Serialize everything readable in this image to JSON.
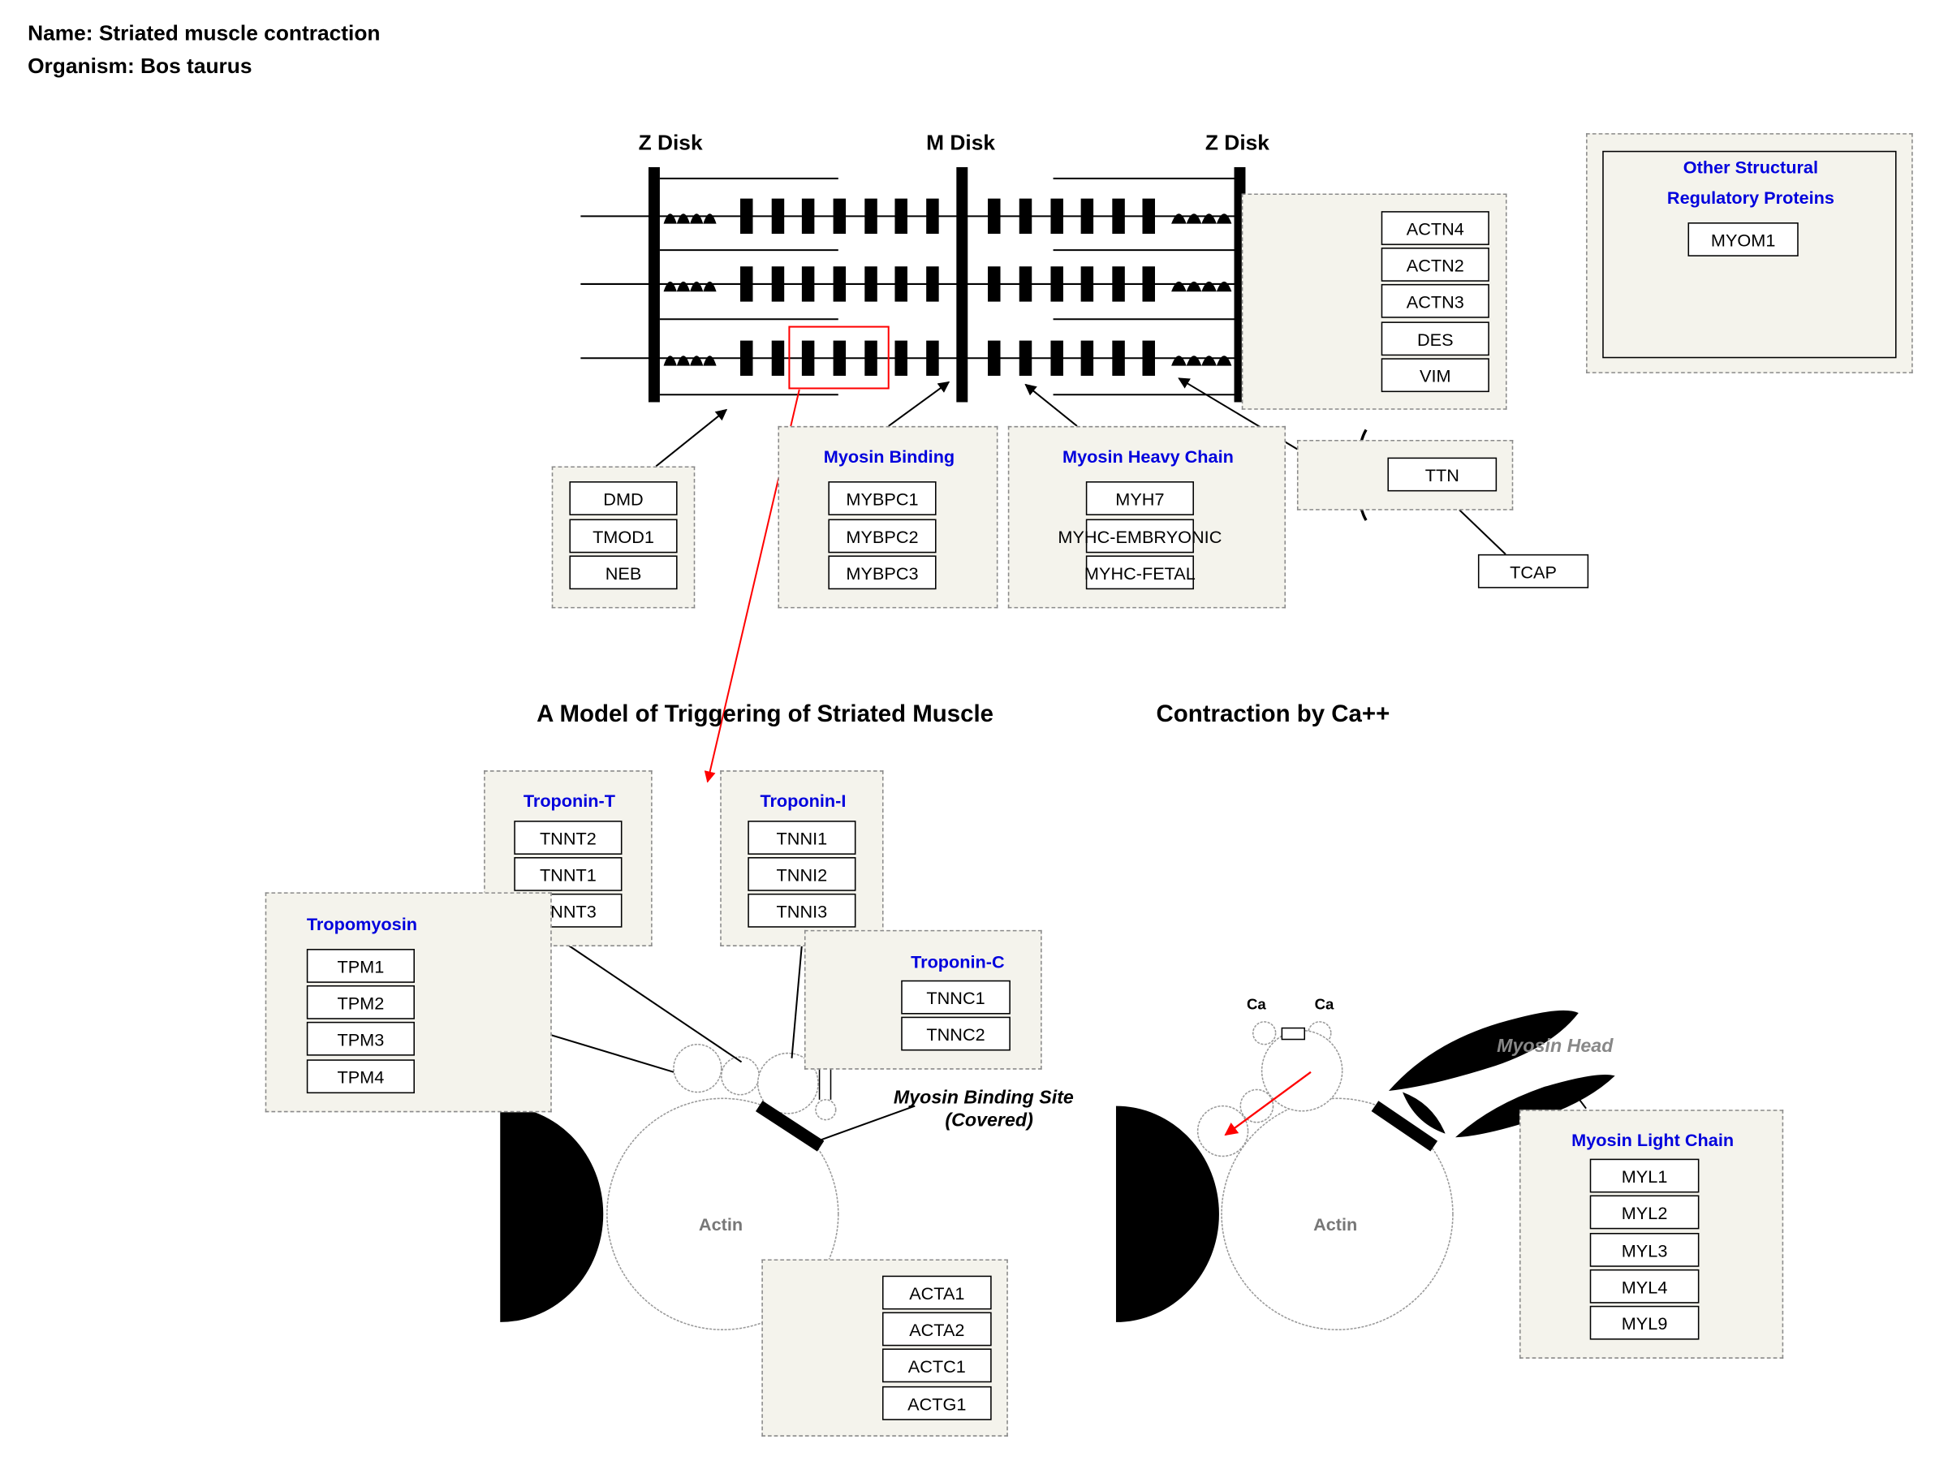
{
  "header": {
    "name": "Name: Striated muscle contraction",
    "organism": "Organism: Bos taurus"
  },
  "sarcomere": {
    "z_disk_left": "Z Disk",
    "m_disk": "M Disk",
    "z_disk_right": "Z Disk"
  },
  "titles": {
    "left": "A Model of Triggering of Striated Muscle",
    "right": "Contraction by Ca++"
  },
  "groups": {
    "other_structural": {
      "title_line1": "Other Structural",
      "title_line2": "Regulatory Proteins",
      "genes": [
        "MYOM1"
      ]
    },
    "actinin": {
      "genes": [
        "ACTN4",
        "ACTN2",
        "ACTN3",
        "DES",
        "VIM"
      ]
    },
    "titin": {
      "genes": [
        "TTN"
      ]
    },
    "tcap": {
      "genes": [
        "TCAP"
      ]
    },
    "dystrophin": {
      "genes": [
        "DMD",
        "TMOD1",
        "NEB"
      ]
    },
    "myosin_binding": {
      "title": "Myosin Binding",
      "genes": [
        "MYBPC1",
        "MYBPC2",
        "MYBPC3"
      ]
    },
    "myosin_heavy": {
      "title": "Myosin Heavy Chain",
      "genes": [
        "MYH7",
        "MYHC-EMBRYONIC",
        "MYHC-FETAL"
      ]
    },
    "troponin_t": {
      "title": "Troponin-T",
      "genes": [
        "TNNT2",
        "TNNT1",
        "TNNT3"
      ]
    },
    "troponin_i": {
      "title": "Troponin-I",
      "genes": [
        "TNNI1",
        "TNNI2",
        "TNNI3"
      ]
    },
    "tropomyosin": {
      "title": "Tropomyosin",
      "genes": [
        "TPM1",
        "TPM2",
        "TPM3",
        "TPM4"
      ]
    },
    "troponin_c": {
      "title": "Troponin-C",
      "genes": [
        "TNNC1",
        "TNNC2"
      ]
    },
    "actin_genes": {
      "genes": [
        "ACTA1",
        "ACTA2",
        "ACTC1",
        "ACTG1"
      ]
    },
    "myosin_light": {
      "title": "Myosin Light Chain",
      "genes": [
        "MYL1",
        "MYL2",
        "MYL3",
        "MYL4",
        "MYL9"
      ]
    }
  },
  "labels": {
    "binding_site_1": "Myosin Binding Site",
    "binding_site_2": "(Covered)",
    "actin_left": "Actin",
    "actin_right": "Actin",
    "myosin_head": "Myosin Head",
    "ca_1": "Ca",
    "ca_2": "Ca"
  },
  "colors": {
    "group_fill": "#f4f3ec",
    "title_blue": "#0000dd",
    "highlight_red": "#ff0000"
  }
}
